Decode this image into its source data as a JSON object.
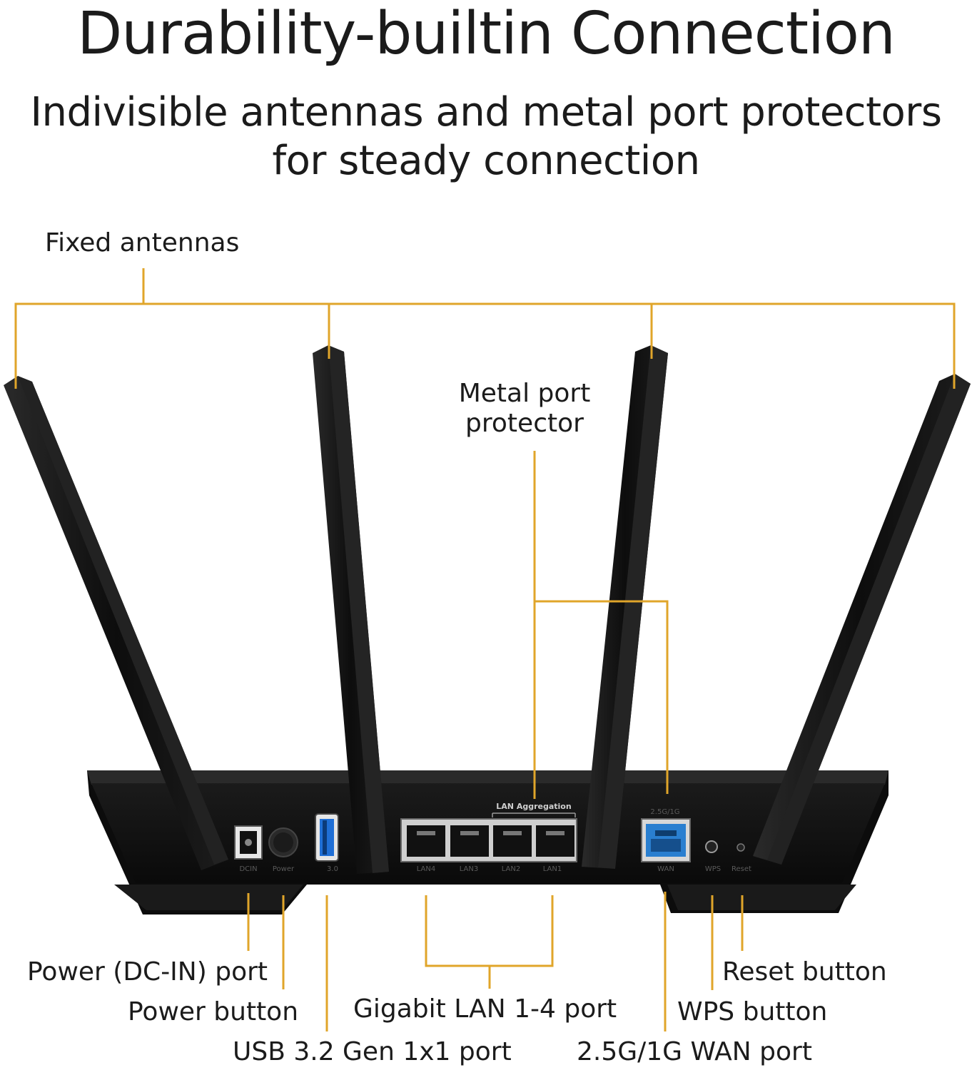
{
  "header": {
    "title": "Durability-builtin Connection",
    "subtitle_line1": "Indivisible antennas and metal port protectors",
    "subtitle_line2": "for steady connection"
  },
  "callouts": {
    "fixed_antennas": "Fixed antennas",
    "metal_port_line1": "Metal port",
    "metal_port_line2": "protector",
    "power_dcin_port": "Power (DC-IN) port",
    "power_button": "Power button",
    "usb_port": "USB 3.2 Gen 1x1 port",
    "gigabit_lan": "Gigabit LAN 1-4 port",
    "wan_port": "2.5G/1G WAN port",
    "reset_button": "Reset button",
    "wps_button": "WPS button"
  },
  "panel_markings": {
    "dcin": "DCIN",
    "power": "Power",
    "usb": "3.0",
    "lan_aggregation": "LAN Aggregation",
    "lan4": "LAN4",
    "lan3": "LAN3",
    "lan2": "LAN2",
    "lan1": "LAN1",
    "wan_speed": "2.5G/1G",
    "wan": "WAN",
    "wps": "WPS",
    "reset": "Reset"
  },
  "colors": {
    "callout_line": "#e0a52a",
    "router_body": "#111111",
    "wan_port": "#2a7fd0",
    "usb_port": "#1f6fd6"
  }
}
